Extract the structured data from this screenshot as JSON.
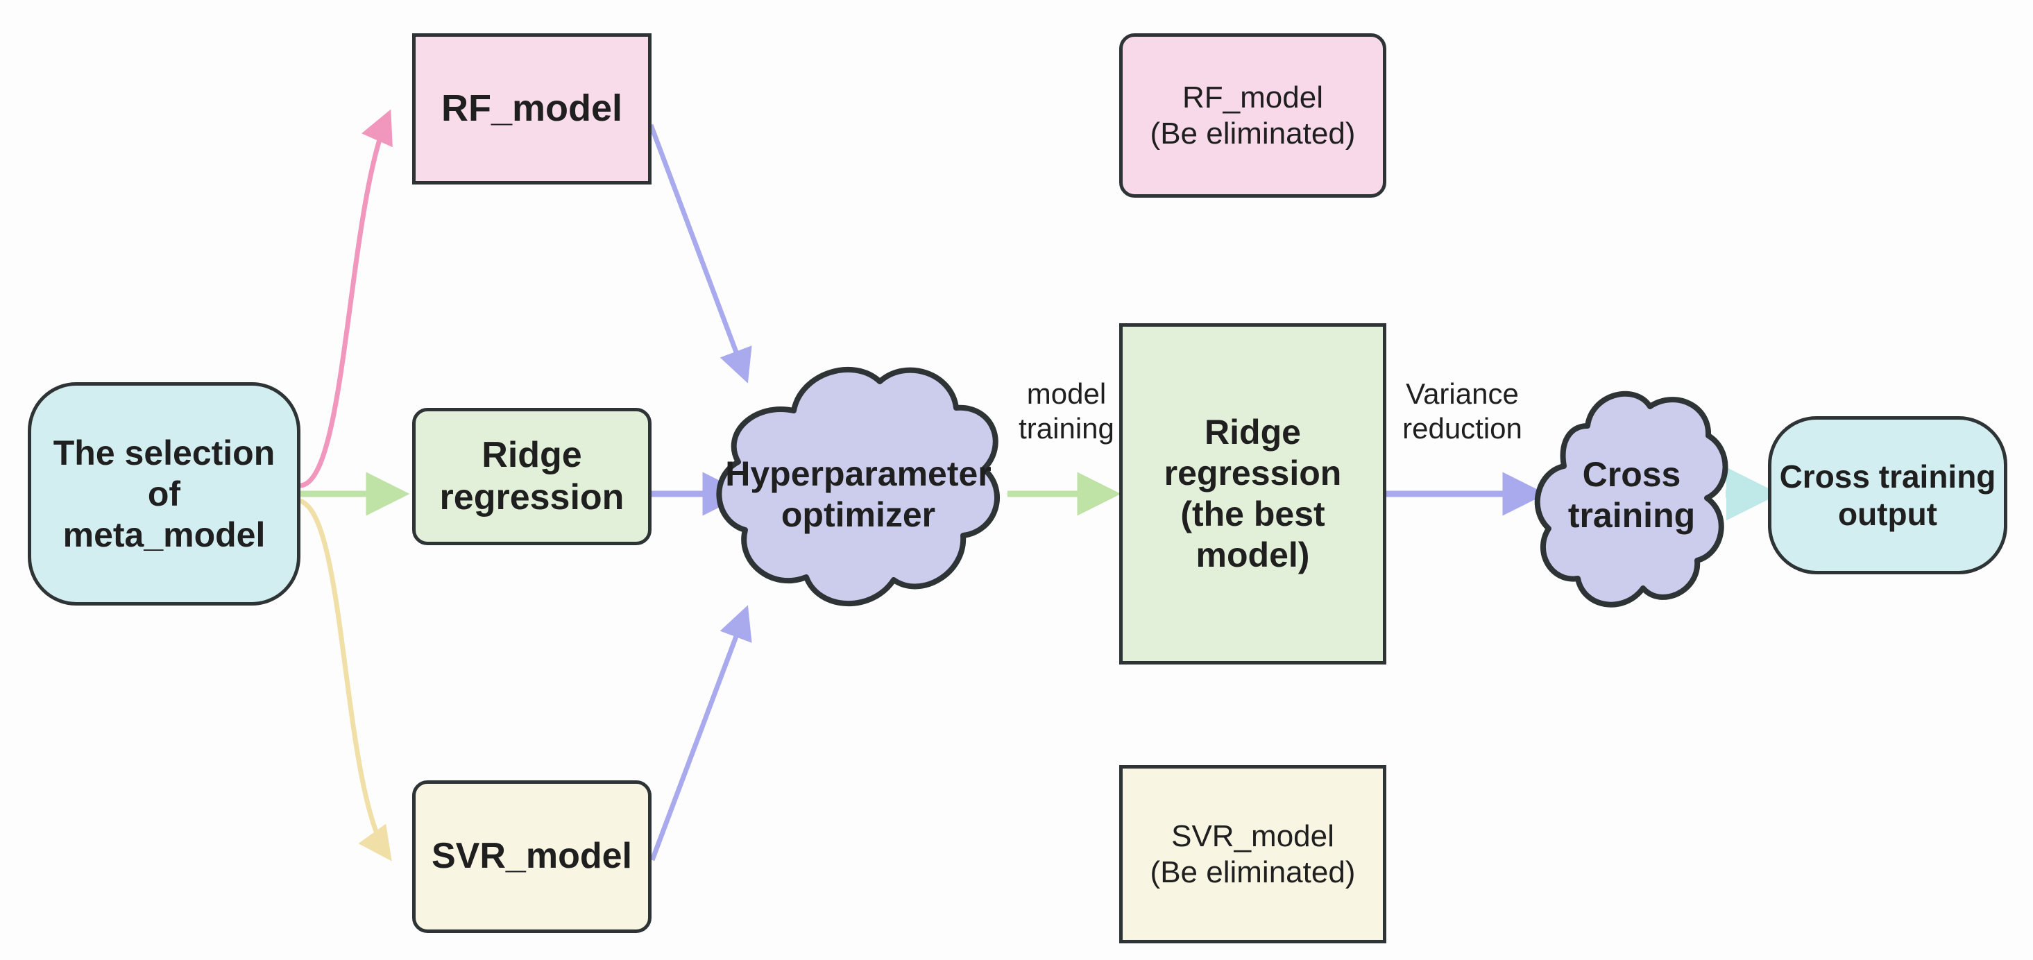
{
  "diagram": {
    "title": "Meta-model selection and cross training pipeline",
    "background": "#fdfdfd",
    "stroke": "#2e3436",
    "nodes": {
      "start": {
        "label": "The selection\nof\nmeta_model",
        "shape": "stadium",
        "fill": "#d3eef0"
      },
      "rf_candidate": {
        "label": "RF_model",
        "shape": "sharp",
        "fill": "#f9dcea"
      },
      "ridge_candidate": {
        "label": "Ridge\nregression",
        "shape": "rounded",
        "fill": "#e2f0d9"
      },
      "svr_candidate": {
        "label": "SVR_model",
        "shape": "rounded",
        "fill": "#f9f5e3"
      },
      "optimizer": {
        "label": "Hyperparameter\noptimizer",
        "shape": "cloud",
        "fill": "#ccccec"
      },
      "rf_eliminated": {
        "label": "RF_model\n(Be eliminated)",
        "shape": "rounded",
        "fill": "#f8d9ea"
      },
      "best_model": {
        "label": "Ridge\nregression\n(the best\nmodel)",
        "shape": "sharp",
        "fill": "#e2f0d9"
      },
      "svr_eliminated": {
        "label": "SVR_model\n(Be eliminated)",
        "shape": "sharp",
        "fill": "#f9f5e3"
      },
      "cross_training": {
        "label": "Cross\ntraining",
        "shape": "cloud",
        "fill": "#ccccec"
      },
      "output": {
        "label": "Cross training\noutput",
        "shape": "stadium",
        "fill": "#d3eef0"
      }
    },
    "edge_labels": {
      "model_training": "model\ntraining",
      "variance_reduction": "Variance\nreduction"
    },
    "edge_colors": {
      "pink": "#f196bd",
      "green": "#bfe3a6",
      "yellow": "#f0e0a8",
      "blue": "#a9a9ee",
      "cyan": "#bfe8e8"
    }
  }
}
